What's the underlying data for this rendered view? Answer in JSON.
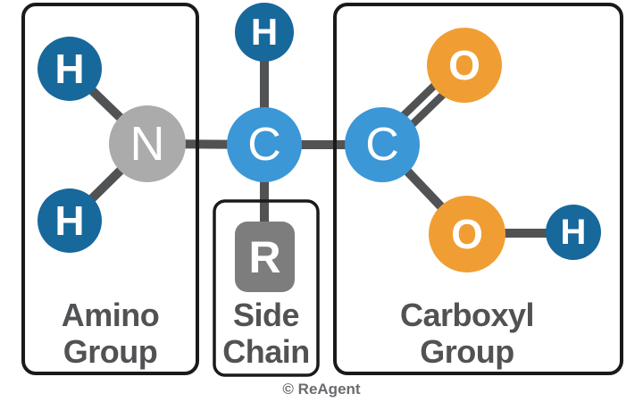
{
  "colors": {
    "hydrogen": "#17689b",
    "carbon": "#3b97d6",
    "oxygen": "#f09e33",
    "nitrogen": "#ababab",
    "side_chain": "#7d7d7d",
    "bond": "#515254",
    "label": "#515254",
    "border": "#1a1a1a",
    "credit": "#6a6b6e"
  },
  "atoms": {
    "amino_h_top": "H",
    "amino_h_bottom": "H",
    "amino_n": "N",
    "alpha_h": "H",
    "alpha_c": "C",
    "side_r": "R",
    "carboxyl_c": "C",
    "carboxyl_o_double": "O",
    "carboxyl_o_hydroxyl": "O",
    "carboxyl_h": "H"
  },
  "groups": {
    "amino": {
      "line1": "Amino",
      "line2": "Group"
    },
    "side_chain": {
      "line1": "Side",
      "line2": "Chain"
    },
    "carboxyl": {
      "line1": "Carboxyl",
      "line2": "Group"
    }
  },
  "credit": "© ReAgent"
}
